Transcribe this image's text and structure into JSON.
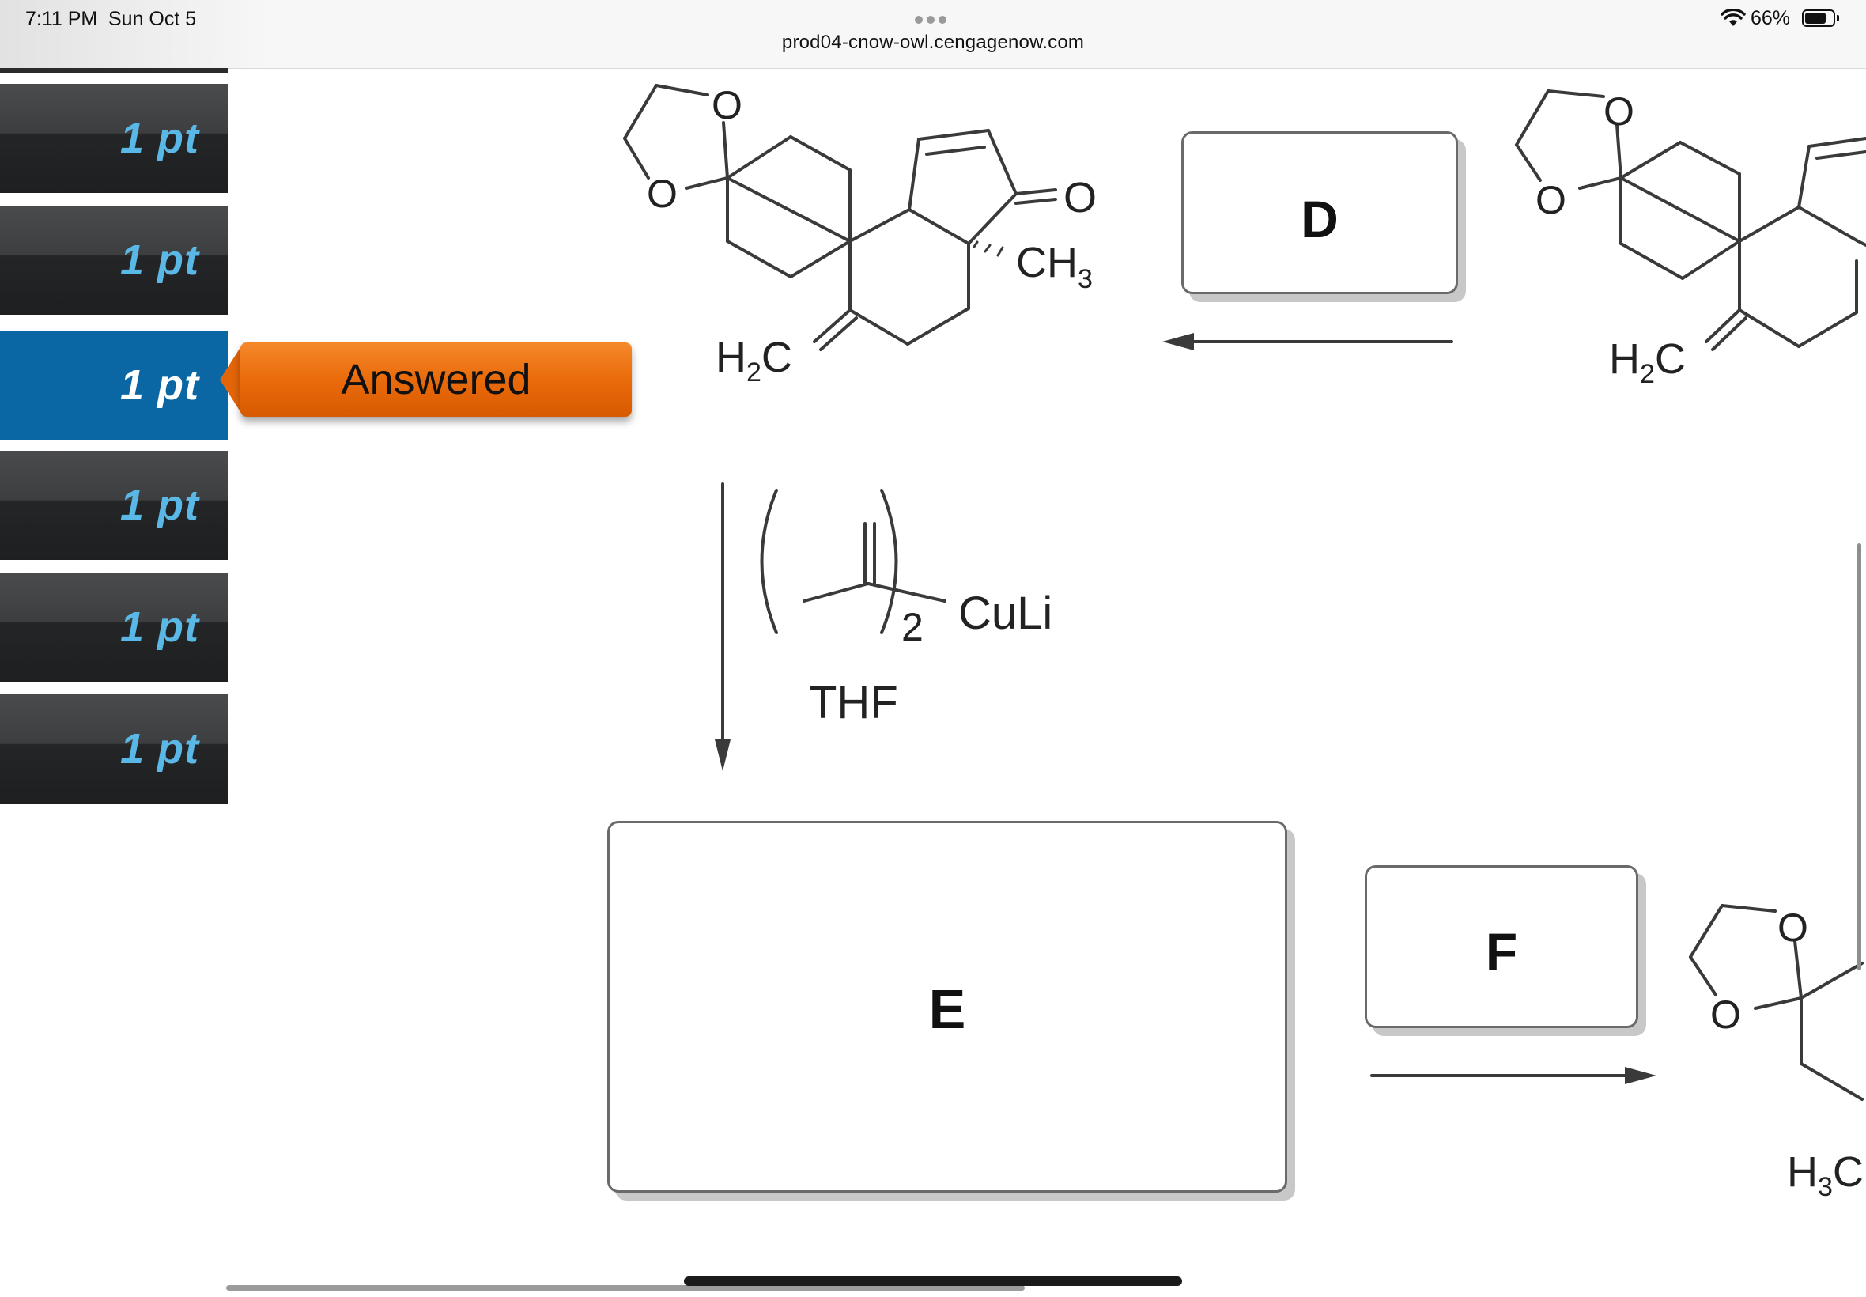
{
  "status_bar": {
    "time": "7:11 PM",
    "date": "Sun Oct 5",
    "battery": "66%"
  },
  "browser": {
    "url": "prod04-cnow-owl.cengagenow.com"
  },
  "sidebar": {
    "items": [
      {
        "label": "1 pt",
        "active": false
      },
      {
        "label": "1 pt",
        "active": false
      },
      {
        "label": "1 pt",
        "active": true
      },
      {
        "label": "1 pt",
        "active": false
      },
      {
        "label": "1 pt",
        "active": false
      },
      {
        "label": "1 pt",
        "active": false
      }
    ],
    "answered_label": "Answered"
  },
  "scheme": {
    "box_d": "D",
    "box_e": "E",
    "box_f": "F",
    "ketone_o": "O",
    "ch3": "CH",
    "ch3_sub": "3",
    "h2c": "H",
    "h2c_sub": "2",
    "h2c_c": "C",
    "h3c": "H",
    "h3c_sub": "3",
    "h3c_c": "C",
    "reagent_count": "2",
    "reagent_metal": "CuLi",
    "solvent": "THF",
    "acetal_o": "O"
  },
  "colors": {
    "sidebar_active": "#0a67a3",
    "pt_label": "#5ab8e6",
    "answered": "#e96b0b"
  }
}
